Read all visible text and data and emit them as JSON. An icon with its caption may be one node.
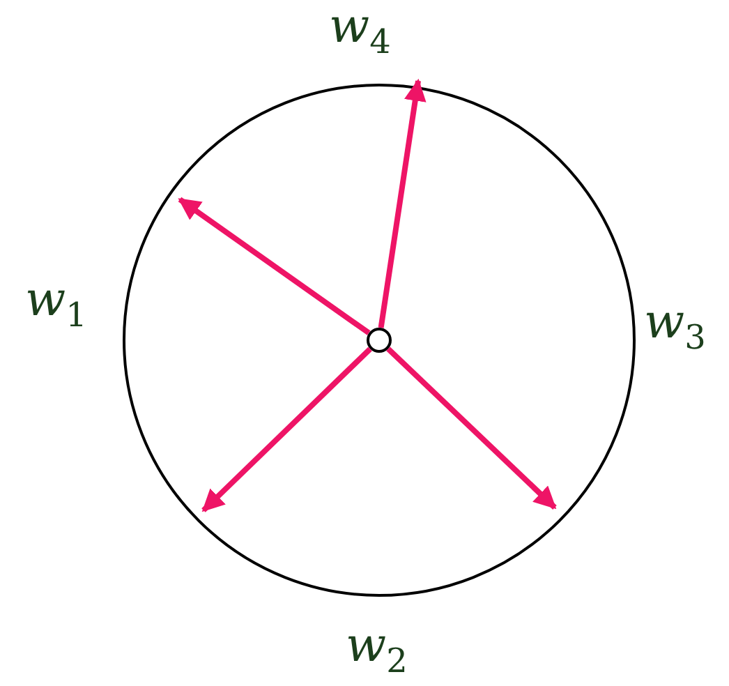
{
  "diagram": {
    "nodes": [
      {
        "text": [],
        "shape": "circle"
      },
      {
        "text": [],
        "shape": "circle",
        "in": 0
      }
    ],
    "edges": [
      {
        "from": 1,
        "to": null,
        "arrow": "to"
      },
      {
        "from": 1,
        "to": null,
        "arrow": "to"
      },
      {
        "from": 1,
        "to": null,
        "arrow": "to"
      },
      {
        "from": 1,
        "to": null,
        "arrow": "to"
      }
    ],
    "labels": [
      "w$_{4}$",
      "w$_{1}$",
      "w$_{3}$",
      "w$_{2}$"
    ]
  }
}
